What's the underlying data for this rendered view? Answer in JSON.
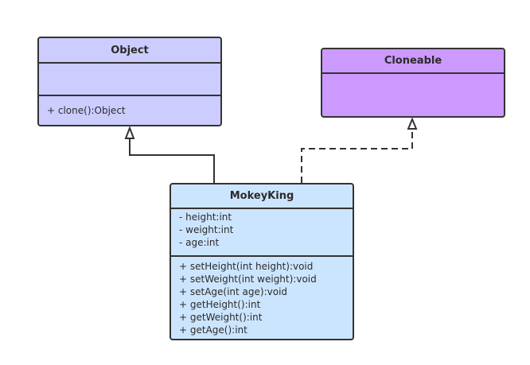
{
  "classes": {
    "object": {
      "name": "Object",
      "attributes": [],
      "operations": [
        "+ clone():Object"
      ],
      "fill": "#ccccff"
    },
    "cloneable": {
      "name": "Cloneable",
      "attributes": [],
      "operations": [],
      "fill": "#cc99ff"
    },
    "mokeyking": {
      "name": "MokeyKing",
      "attributes": [
        "- height:int",
        "- weight:int",
        "- age:int"
      ],
      "operations": [
        "+ setHeight(int height):void",
        "+ setWeight(int weight):void",
        "+ setAge(int age):void",
        "+ getHeight():int",
        "+ getWeight():int",
        "+ getAge():int"
      ],
      "fill": "#cce5ff"
    }
  },
  "relations": [
    {
      "from": "MokeyKing",
      "to": "Object",
      "kind": "generalization",
      "style": "solid"
    },
    {
      "from": "MokeyKing",
      "to": "Cloneable",
      "kind": "realization",
      "style": "dashed"
    }
  ],
  "colors": {
    "stroke": "#333333"
  }
}
